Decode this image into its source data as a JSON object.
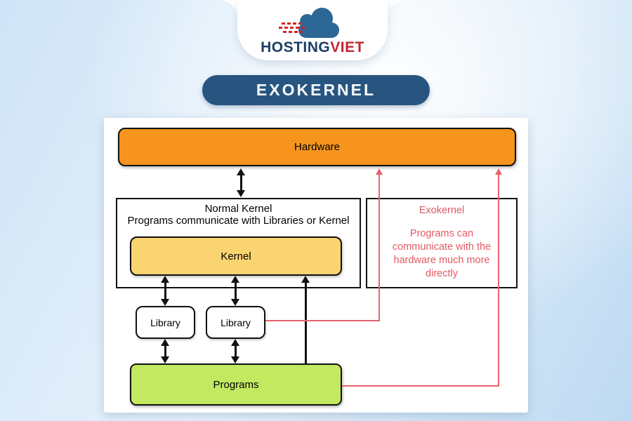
{
  "logo": {
    "hosting": "HOSTING",
    "viet": "VIET",
    "icon": "cloud-icon"
  },
  "banner": {
    "title": "EXOKERNEL"
  },
  "diagram": {
    "hardware_label": "Hardware",
    "normal_kernel": {
      "title": "Normal Kernel",
      "subtitle": "Programs communicate with Libraries or Kernel",
      "kernel_label": "Kernel"
    },
    "exokernel": {
      "title": "Exokernel",
      "description": "Programs can communicate with the hardware much more directly"
    },
    "libraries": [
      {
        "label": "Library"
      },
      {
        "label": "Library"
      }
    ],
    "programs_label": "Programs"
  },
  "colors": {
    "hardware_box": "#f7941e",
    "kernel_box": "#fad470",
    "programs_box": "#c2e95f",
    "exokernel_accent": "#e8636e",
    "banner_pill": "#285580",
    "brand_blue": "#1c3e66",
    "brand_red": "#c22730",
    "line_black": "#111111",
    "background_blue": "#bedaf2"
  }
}
